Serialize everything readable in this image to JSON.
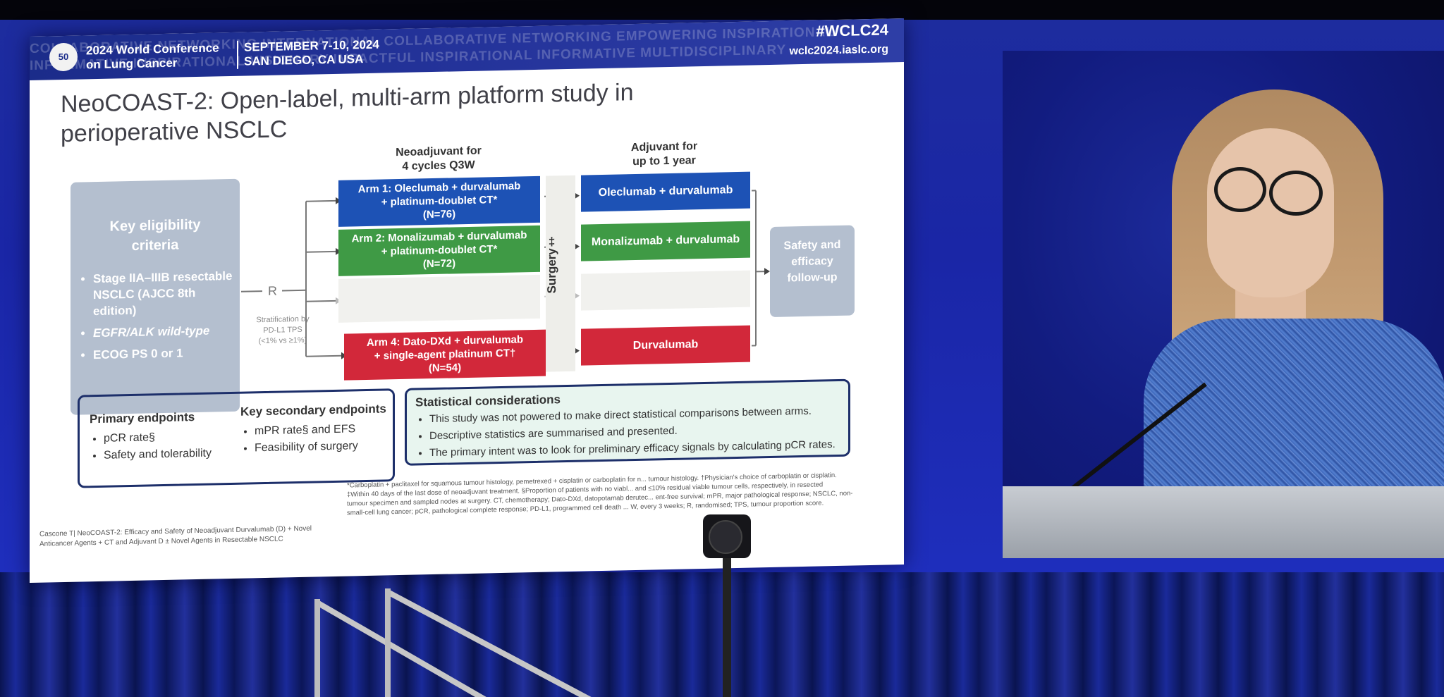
{
  "banner": {
    "logo": "50",
    "conference_line1": "2024 World Conference",
    "conference_line2": "on Lung Cancer",
    "dates": "SEPTEMBER 7-10, 2024",
    "location": "SAN DIEGO, CA USA",
    "hashtag": "#WCLC24",
    "website": "wclc2024.iaslc.org",
    "background_words_row1": "COLLABORATIVE NETWORKING INTERNATIONAL COLLABORATIVE NETWORKING EMPOWERING INSPIRATIONAL",
    "background_words_row2": "INFORMATIVE INSPIRATIONAL VISIONARY IMPACTFUL INSPIRATIONAL INFORMATIVE MULTIDISCIPLINARY"
  },
  "slide": {
    "title_line1": "NeoCOAST-2: Open-label, multi-arm platform study in",
    "title_line2": "perioperative NSCLC",
    "neoadjuvant_head_line1": "Neoadjuvant for",
    "neoadjuvant_head_line2": "4 cycles Q3W",
    "adjuvant_head_line1": "Adjuvant for",
    "adjuvant_head_line2": "up to 1 year",
    "eligibility": {
      "title_line1": "Key eligibility",
      "title_line2": "criteria",
      "items": [
        "Stage IIA–IIIB resectable NSCLC (AJCC 8th edition)",
        "EGFR/ALK wild-type",
        "ECOG PS 0 or 1"
      ]
    },
    "randomization": "R",
    "stratification_line1": "Stratification by",
    "stratification_line2": "PD-L1 TPS",
    "stratification_line3": "(<1% vs ≥1%)",
    "arms": [
      {
        "line1": "Arm 1: Oleclumab + durvalumab",
        "line2": "+ platinum-doublet CT*",
        "line3": "(N=76)",
        "adjuvant": "Oleclumab + durvalumab",
        "color": "#1d52b5"
      },
      {
        "line1": "Arm 2: Monalizumab + durvalumab",
        "line2": "+ platinum-doublet CT*",
        "line3": "(N=72)",
        "adjuvant": "Monalizumab + durvalumab",
        "color": "#3f9a45"
      },
      {
        "line1": "Arm 4: Dato-DXd + durvalumab",
        "line2": "+ single-agent platinum CT†",
        "line3": "(N=54)",
        "adjuvant": "Durvalumab",
        "color": "#d2283a"
      }
    ],
    "surgery_label": "Surgery‡",
    "safety_line1": "Safety and",
    "safety_line2": "efficacy",
    "safety_line3": "follow-up",
    "primary_endpoints": {
      "heading": "Primary endpoints",
      "items": [
        "pCR rate§",
        "Safety and tolerability"
      ]
    },
    "secondary_endpoints": {
      "heading": "Key secondary endpoints",
      "items": [
        "mPR rate§ and EFS",
        "Feasibility of surgery"
      ]
    },
    "statistical": {
      "heading": "Statistical considerations",
      "items": [
        "This study was not powered to make direct statistical comparisons between arms.",
        "Descriptive statistics are summarised and presented.",
        "The primary intent was to look for preliminary efficacy signals by calculating pCR rates."
      ]
    },
    "footnote_line1": "*Carboplatin + paclitaxel for squamous tumour histology, pemetrexed + cisplatin or carboplatin for n... tumour histology. †Physician's choice of carboplatin or cisplatin.",
    "footnote_line2": "‡Within 40 days of the last dose of neoadjuvant treatment. §Proportion of patients with no viabl... and ≤10% residual viable tumour cells, respectively, in resected",
    "footnote_line3": "tumour specimen and sampled nodes at surgery. CT, chemotherapy; Dato-DXd, datopotamab derutec... ent-free survival; mPR, major pathological response; NSCLC, non-",
    "footnote_line4": "small-cell lung cancer; pCR, pathological complete response; PD-L1, programmed cell death ... W, every 3 weeks; R, randomised; TPS, tumour proportion score.",
    "citation_line1": "Cascone T| NeoCOAST-2: Efficacy and Safety of Neoadjuvant Durvalumab (D) + Novel",
    "citation_line2": "Anticancer Agents + CT and Adjuvant D ± Novel Agents in Resectable NSCLC"
  },
  "colors": {
    "screen_blue": "#1f2fbf",
    "banner_navy": "#1b2c8a",
    "arm1_blue": "#1d52b5",
    "arm2_green": "#3f9a45",
    "arm4_red": "#d2283a",
    "eligibility_grey": "#b4bfcf"
  }
}
